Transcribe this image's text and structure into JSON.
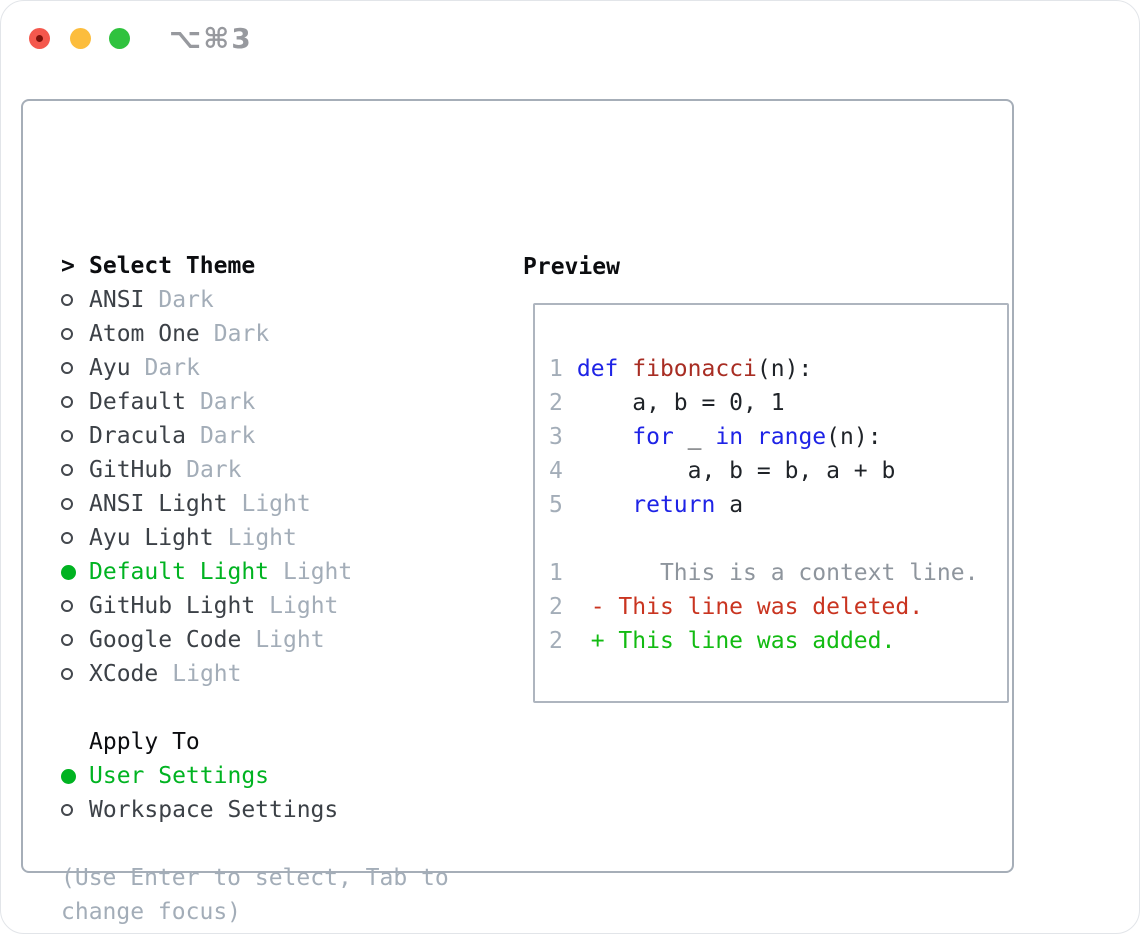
{
  "window": {
    "shortcut_label": "⌥⌘3"
  },
  "theme_picker": {
    "title": "Select Theme",
    "cursor": ">",
    "themes": [
      {
        "name": "ANSI",
        "variant": "Dark",
        "selected": false
      },
      {
        "name": "Atom One",
        "variant": "Dark",
        "selected": false
      },
      {
        "name": "Ayu",
        "variant": "Dark",
        "selected": false
      },
      {
        "name": "Default",
        "variant": "Dark",
        "selected": false
      },
      {
        "name": "Dracula",
        "variant": "Dark",
        "selected": false
      },
      {
        "name": "GitHub",
        "variant": "Dark",
        "selected": false
      },
      {
        "name": "ANSI Light",
        "variant": "Light",
        "selected": false
      },
      {
        "name": "Ayu Light",
        "variant": "Light",
        "selected": false
      },
      {
        "name": "Default Light",
        "variant": "Light",
        "selected": true
      },
      {
        "name": "GitHub Light",
        "variant": "Light",
        "selected": false
      },
      {
        "name": "Google Code",
        "variant": "Light",
        "selected": false
      },
      {
        "name": "XCode",
        "variant": "Light",
        "selected": false
      }
    ],
    "apply_to": {
      "title": "Apply To",
      "options": [
        {
          "label": "User Settings",
          "selected": true
        },
        {
          "label": "Workspace Settings",
          "selected": false
        }
      ]
    },
    "hint": "(Use Enter to select, Tab to change focus)"
  },
  "preview": {
    "title": "Preview",
    "code_lines": [
      {
        "gutter": "1",
        "tokens": [
          {
            "text": "def",
            "type": "keyword"
          },
          {
            "text": " ",
            "type": "plain"
          },
          {
            "text": "fibonacci",
            "type": "function"
          },
          {
            "text": "(n):",
            "type": "plain"
          }
        ]
      },
      {
        "gutter": "2",
        "tokens": [
          {
            "text": "    a, b = 0, 1",
            "type": "plain"
          }
        ]
      },
      {
        "gutter": "3",
        "tokens": [
          {
            "text": "    ",
            "type": "plain"
          },
          {
            "text": "for",
            "type": "keyword"
          },
          {
            "text": " _ ",
            "type": "plain"
          },
          {
            "text": "in",
            "type": "keyword"
          },
          {
            "text": " ",
            "type": "plain"
          },
          {
            "text": "range",
            "type": "keyword"
          },
          {
            "text": "(n):",
            "type": "plain"
          }
        ]
      },
      {
        "gutter": "4",
        "tokens": [
          {
            "text": "        a, b = b, a + b",
            "type": "plain"
          }
        ]
      },
      {
        "gutter": "5",
        "tokens": [
          {
            "text": "    ",
            "type": "plain"
          },
          {
            "text": "return",
            "type": "keyword"
          },
          {
            "text": " a",
            "type": "plain"
          }
        ]
      }
    ],
    "diff_lines": [
      {
        "gutter": "1",
        "text": "      This is a context line.",
        "kind": "context"
      },
      {
        "gutter": "2",
        "text": " - This line was deleted.",
        "kind": "deleted"
      },
      {
        "gutter": "2",
        "text": " + This line was added.",
        "kind": "added"
      }
    ]
  },
  "colors": {
    "accent_green": "#00b321",
    "added": "#12bb12",
    "deleted": "#c93420",
    "keyword": "#1e23e6",
    "function": "#a82d23",
    "code_plain": "#1f2328",
    "context": "#8e959d",
    "muted": "#a3adb8",
    "item_text": "#3c4147",
    "heading": "#0c0d10",
    "ring": "#44484e",
    "panel_border": "#a6aeb8",
    "preview_border": "#aeb5bf",
    "titlebar_text": "#97999e",
    "traffic_red": "#f4584d",
    "traffic_red_dot": "#7e120b",
    "traffic_yellow": "#fcbd3d",
    "traffic_green": "#2fc23e"
  }
}
